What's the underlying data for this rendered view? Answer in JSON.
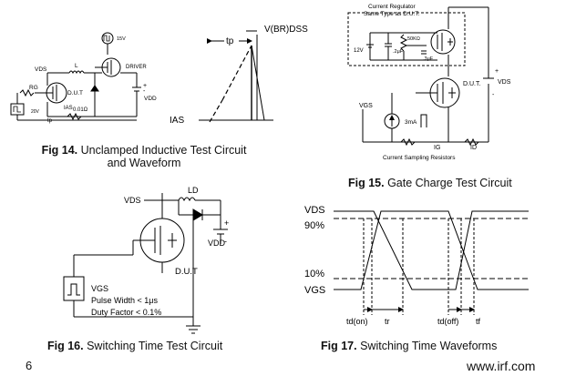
{
  "fig14": {
    "number": "Fig 14.",
    "title_line1": "Unclamped Inductive Test Circuit",
    "title_line2": "and Waveform",
    "labels": {
      "pulse_15v": "15V",
      "vds": "VDS",
      "l": "L",
      "driver": "DRIVER",
      "rg": "RG",
      "dut": "D.U.T",
      "ias": "IAS",
      "vgs_20v": "20V",
      "tp": "tp",
      "resistor": "0.01Ω",
      "vdd": "VDD",
      "plus": "+",
      "minus": "-"
    },
    "waveform": {
      "vbrdss": "V(BR)DSS",
      "tp": "tp",
      "ias": "IAS"
    }
  },
  "fig15": {
    "number": "Fig 15.",
    "title": "Gate Charge Test Circuit",
    "labels": {
      "regulator_line1": "Current Regulator",
      "regulator_line2": "Same Type as D.U.T.",
      "v12": "12V",
      "cap1": ".2μF",
      "pot": "50KΩ",
      "cap2": ".3μF",
      "dut": "D.U.T.",
      "vds": "VDS",
      "vgs": "VGS",
      "ma": "3mA",
      "ig": "IG",
      "id": "ID",
      "sampling": "Current Sampling Resistors",
      "plus": "+",
      "minus": "-"
    }
  },
  "fig16": {
    "number": "Fig 16.",
    "title": "Switching Time Test Circuit",
    "labels": {
      "vds": "VDS",
      "ld": "LD",
      "vdd": "VDD",
      "plus": "+",
      "minus": "-",
      "dut": "D.U.T",
      "vgs": "VGS",
      "pulse_width": "Pulse Width < 1μs",
      "duty_factor": "Duty Factor < 0.1%"
    }
  },
  "fig17": {
    "number": "Fig 17.",
    "title": "Switching Time Waveforms",
    "labels": {
      "vds": "VDS",
      "p90": "90%",
      "p10": "10%",
      "vgs": "VGS",
      "tdon": "td(on)",
      "tr": "tr",
      "tdoff": "td(off)",
      "tf": "tf"
    }
  },
  "footer": {
    "page_number": "6",
    "website": "www.irf.com"
  }
}
